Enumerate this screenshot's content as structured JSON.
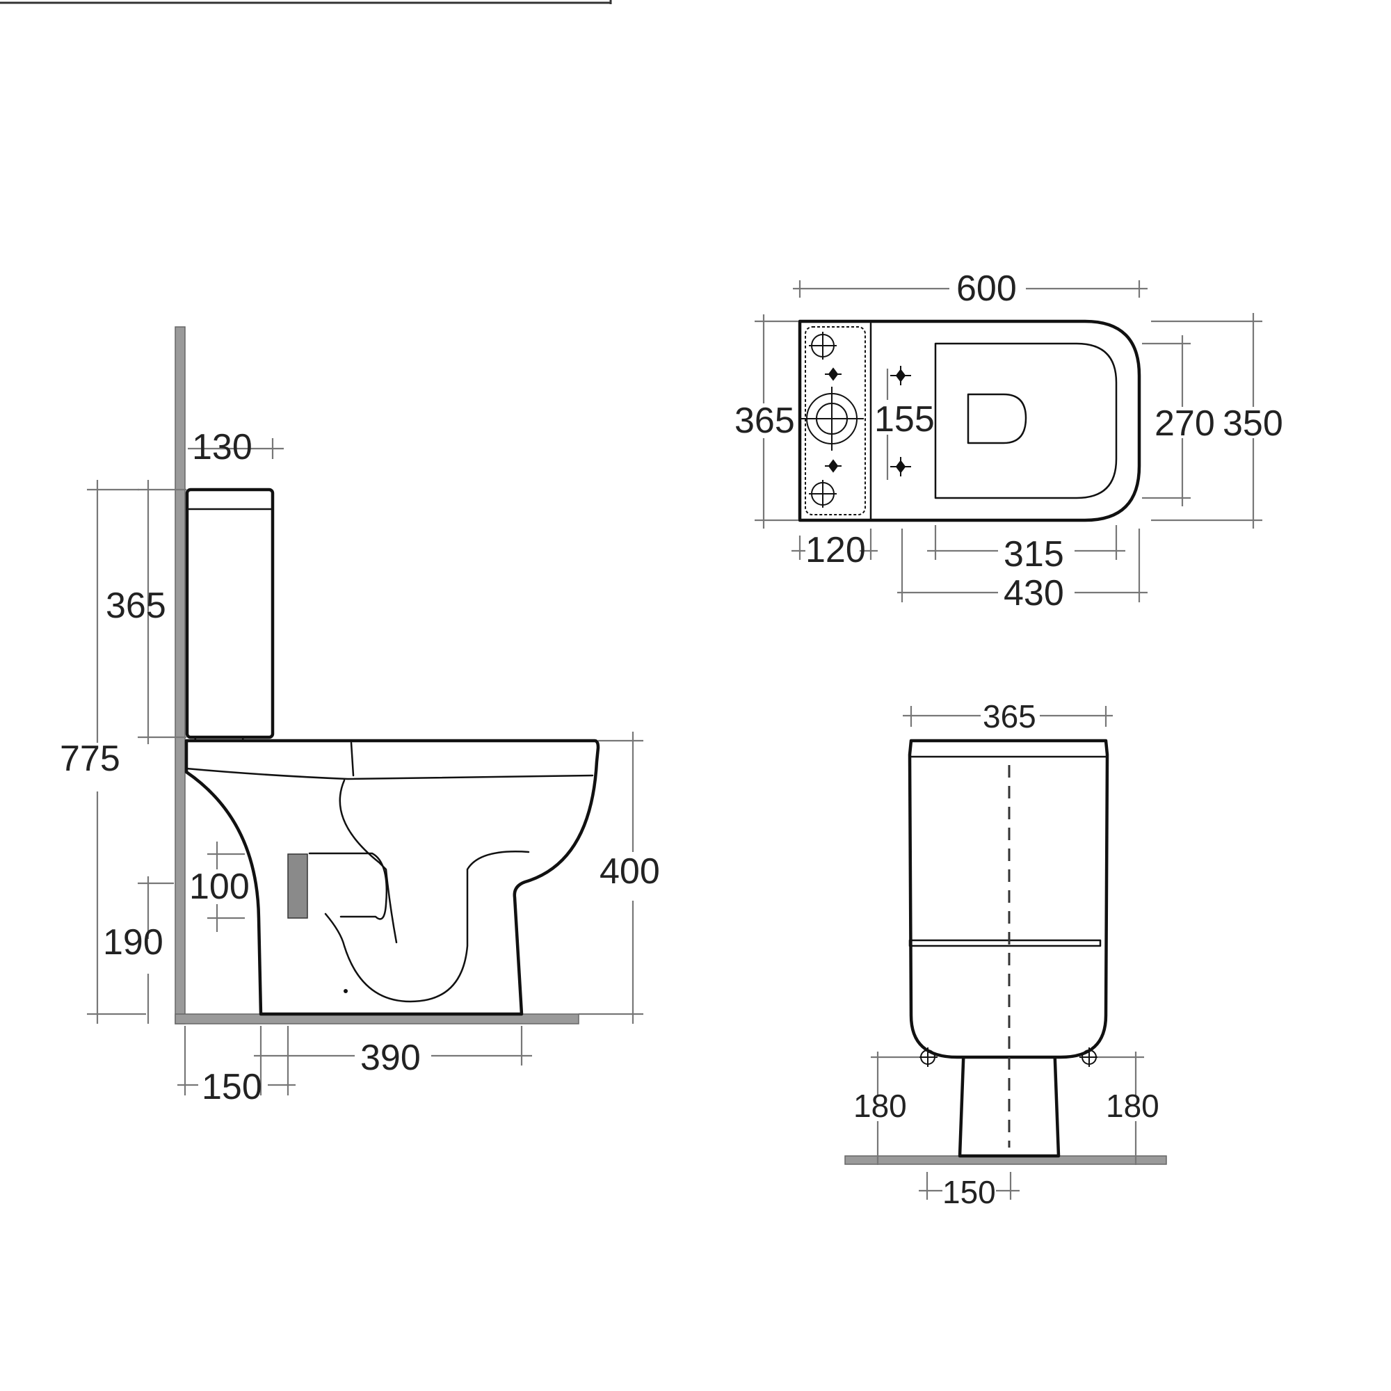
{
  "drawing": {
    "side_view": {
      "dims": {
        "cistern_depth": "130",
        "cistern_height": "365",
        "overall_height": "775",
        "pan_height": "400",
        "outlet_size": "100",
        "outlet_height": "190",
        "outlet_to_pan_front": "390",
        "wall_to_outlet": "150"
      }
    },
    "plan_view": {
      "dims": {
        "overall_length": "600",
        "cistern_width": "365",
        "fixing_spacing": "155",
        "seat_width": "270",
        "pan_width": "350",
        "cistern_depth": "120",
        "seat_length": "315",
        "pan_length": "430"
      }
    },
    "front_view": {
      "dims": {
        "overall_width": "365",
        "fixing_height_left": "180",
        "fixing_height_right": "180",
        "foot_width": "150"
      }
    }
  }
}
